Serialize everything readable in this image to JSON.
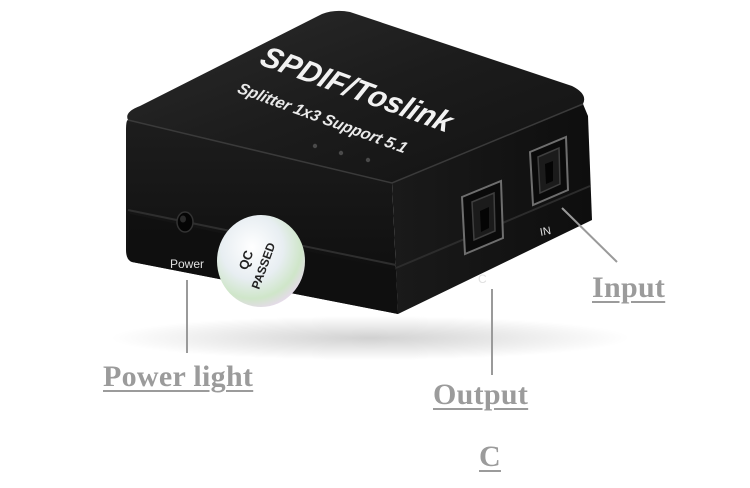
{
  "device": {
    "brand_line": "SPDIF/Toslink",
    "sub_line": "Splitter 1x3 Support 5.1",
    "power_label": "Power",
    "sticker_line1": "QC",
    "sticker_line2": "PASSED",
    "port_output_label": "C",
    "port_input_label": "IN"
  },
  "callouts": {
    "power_light": "Power light",
    "input": "Input",
    "output": "Output",
    "output_port": "C"
  },
  "colors": {
    "body": "#161616",
    "top": "#1e1e1e",
    "callout_text": "#9b9b9b",
    "leader": "#9a9a9a"
  }
}
